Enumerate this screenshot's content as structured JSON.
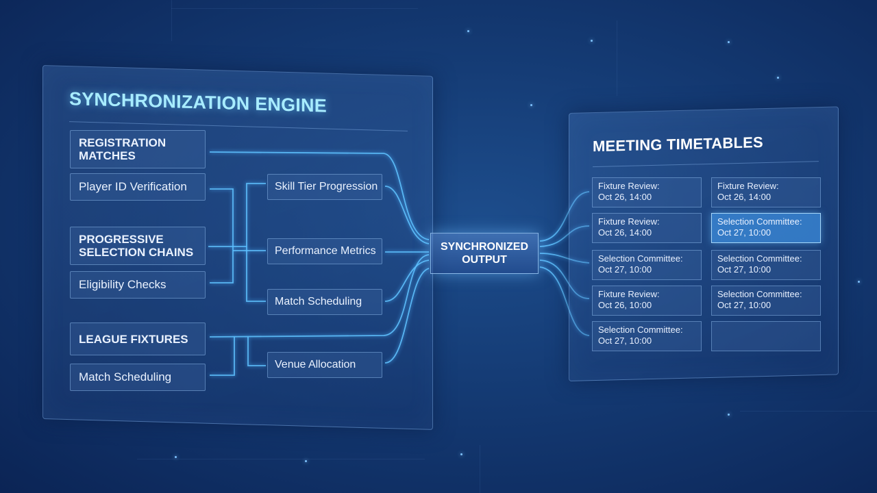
{
  "engine": {
    "title": "SYNCHRONIZATION ENGINE",
    "groups": [
      {
        "heading": "REGISTRATION\nMATCHES",
        "item": "Player ID Verification"
      },
      {
        "heading": "PROGRESSIVE\nSELECTION CHAINS",
        "item": "Eligibility Checks"
      },
      {
        "heading": "LEAGUE FIXTURES",
        "item": "Match Scheduling"
      }
    ],
    "processes": [
      "Skill Tier Progression",
      "Performance Metrics",
      "Match Scheduling",
      "Venue Allocation"
    ]
  },
  "output": {
    "line1": "SYNCHRONIZED",
    "line2": "OUTPUT"
  },
  "timetables": {
    "title": "MEETING TIMETABLES",
    "rows": [
      [
        {
          "name": "Fixture Review:",
          "time": "Oct 26, 14:00"
        },
        {
          "name": "Fixture Review:",
          "time": "Oct 26, 14:00"
        }
      ],
      [
        {
          "name": "Fixture Review:",
          "time": "Oct 26, 14:00"
        },
        {
          "name": "Selection Committee:",
          "time": "Oct 27, 10:00",
          "highlight": true
        }
      ],
      [
        {
          "name": "Selection Committee:",
          "time": "Oct 27, 10:00"
        },
        {
          "name": "Selection Committee:",
          "time": "Oct 27, 10:00"
        }
      ],
      [
        {
          "name": "Fixture Review:",
          "time": "Oct 26, 10:00"
        },
        {
          "name": "Selection Committee:",
          "time": "Oct 27, 10:00"
        }
      ],
      [
        {
          "name": "Selection Committee:",
          "time": "Oct 27, 10:00"
        },
        {
          "name": "",
          "time": ""
        }
      ]
    ]
  },
  "colors": {
    "accent": "#5fc2ff",
    "title_glow": "#a8ecff",
    "background": "#143a73"
  }
}
